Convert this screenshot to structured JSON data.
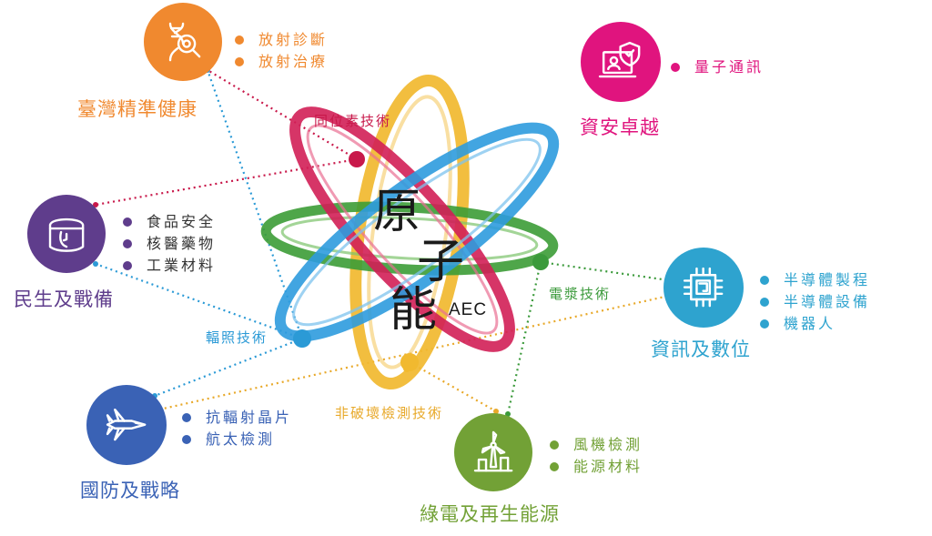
{
  "core": {
    "chars": [
      "原",
      "子",
      "能"
    ],
    "abbr": "AEC"
  },
  "technologies": [
    {
      "label": "同位素技術",
      "color": "#c8184a"
    },
    {
      "label": "電漿技術",
      "color": "#3b9a3b"
    },
    {
      "label": "輻照技術",
      "color": "#2b9ad6"
    },
    {
      "label": "非破壞檢測技術",
      "color": "#e8a92a"
    }
  ],
  "domains": [
    {
      "title": "臺灣精準健康",
      "color": "#f0892f",
      "icon": "dna-magnifier-icon",
      "items": [
        "放射診斷",
        "放射治療"
      ]
    },
    {
      "title": "資安卓越",
      "color": "#e0147e",
      "icon": "security-monitor-icon",
      "items": [
        "量子通訊"
      ]
    },
    {
      "title": "民生及戰備",
      "color": "#5f3d8c",
      "icon": "face-shield-icon",
      "items": [
        "食品安全",
        "核醫藥物",
        "工業材料"
      ]
    },
    {
      "title": "資訊及數位",
      "color": "#2ea3cf",
      "icon": "chip-icon",
      "items": [
        "半導體製程",
        "半導體設備",
        "機器人"
      ]
    },
    {
      "title": "國防及戰略",
      "color": "#3a62b5",
      "icon": "fighter-jet-icon",
      "items": [
        "抗輻射晶片",
        "航太檢測"
      ]
    },
    {
      "title": "綠電及再生能源",
      "color": "#72a136",
      "icon": "wind-turbine-icon",
      "items": [
        "風機檢測",
        "能源材料"
      ]
    }
  ]
}
